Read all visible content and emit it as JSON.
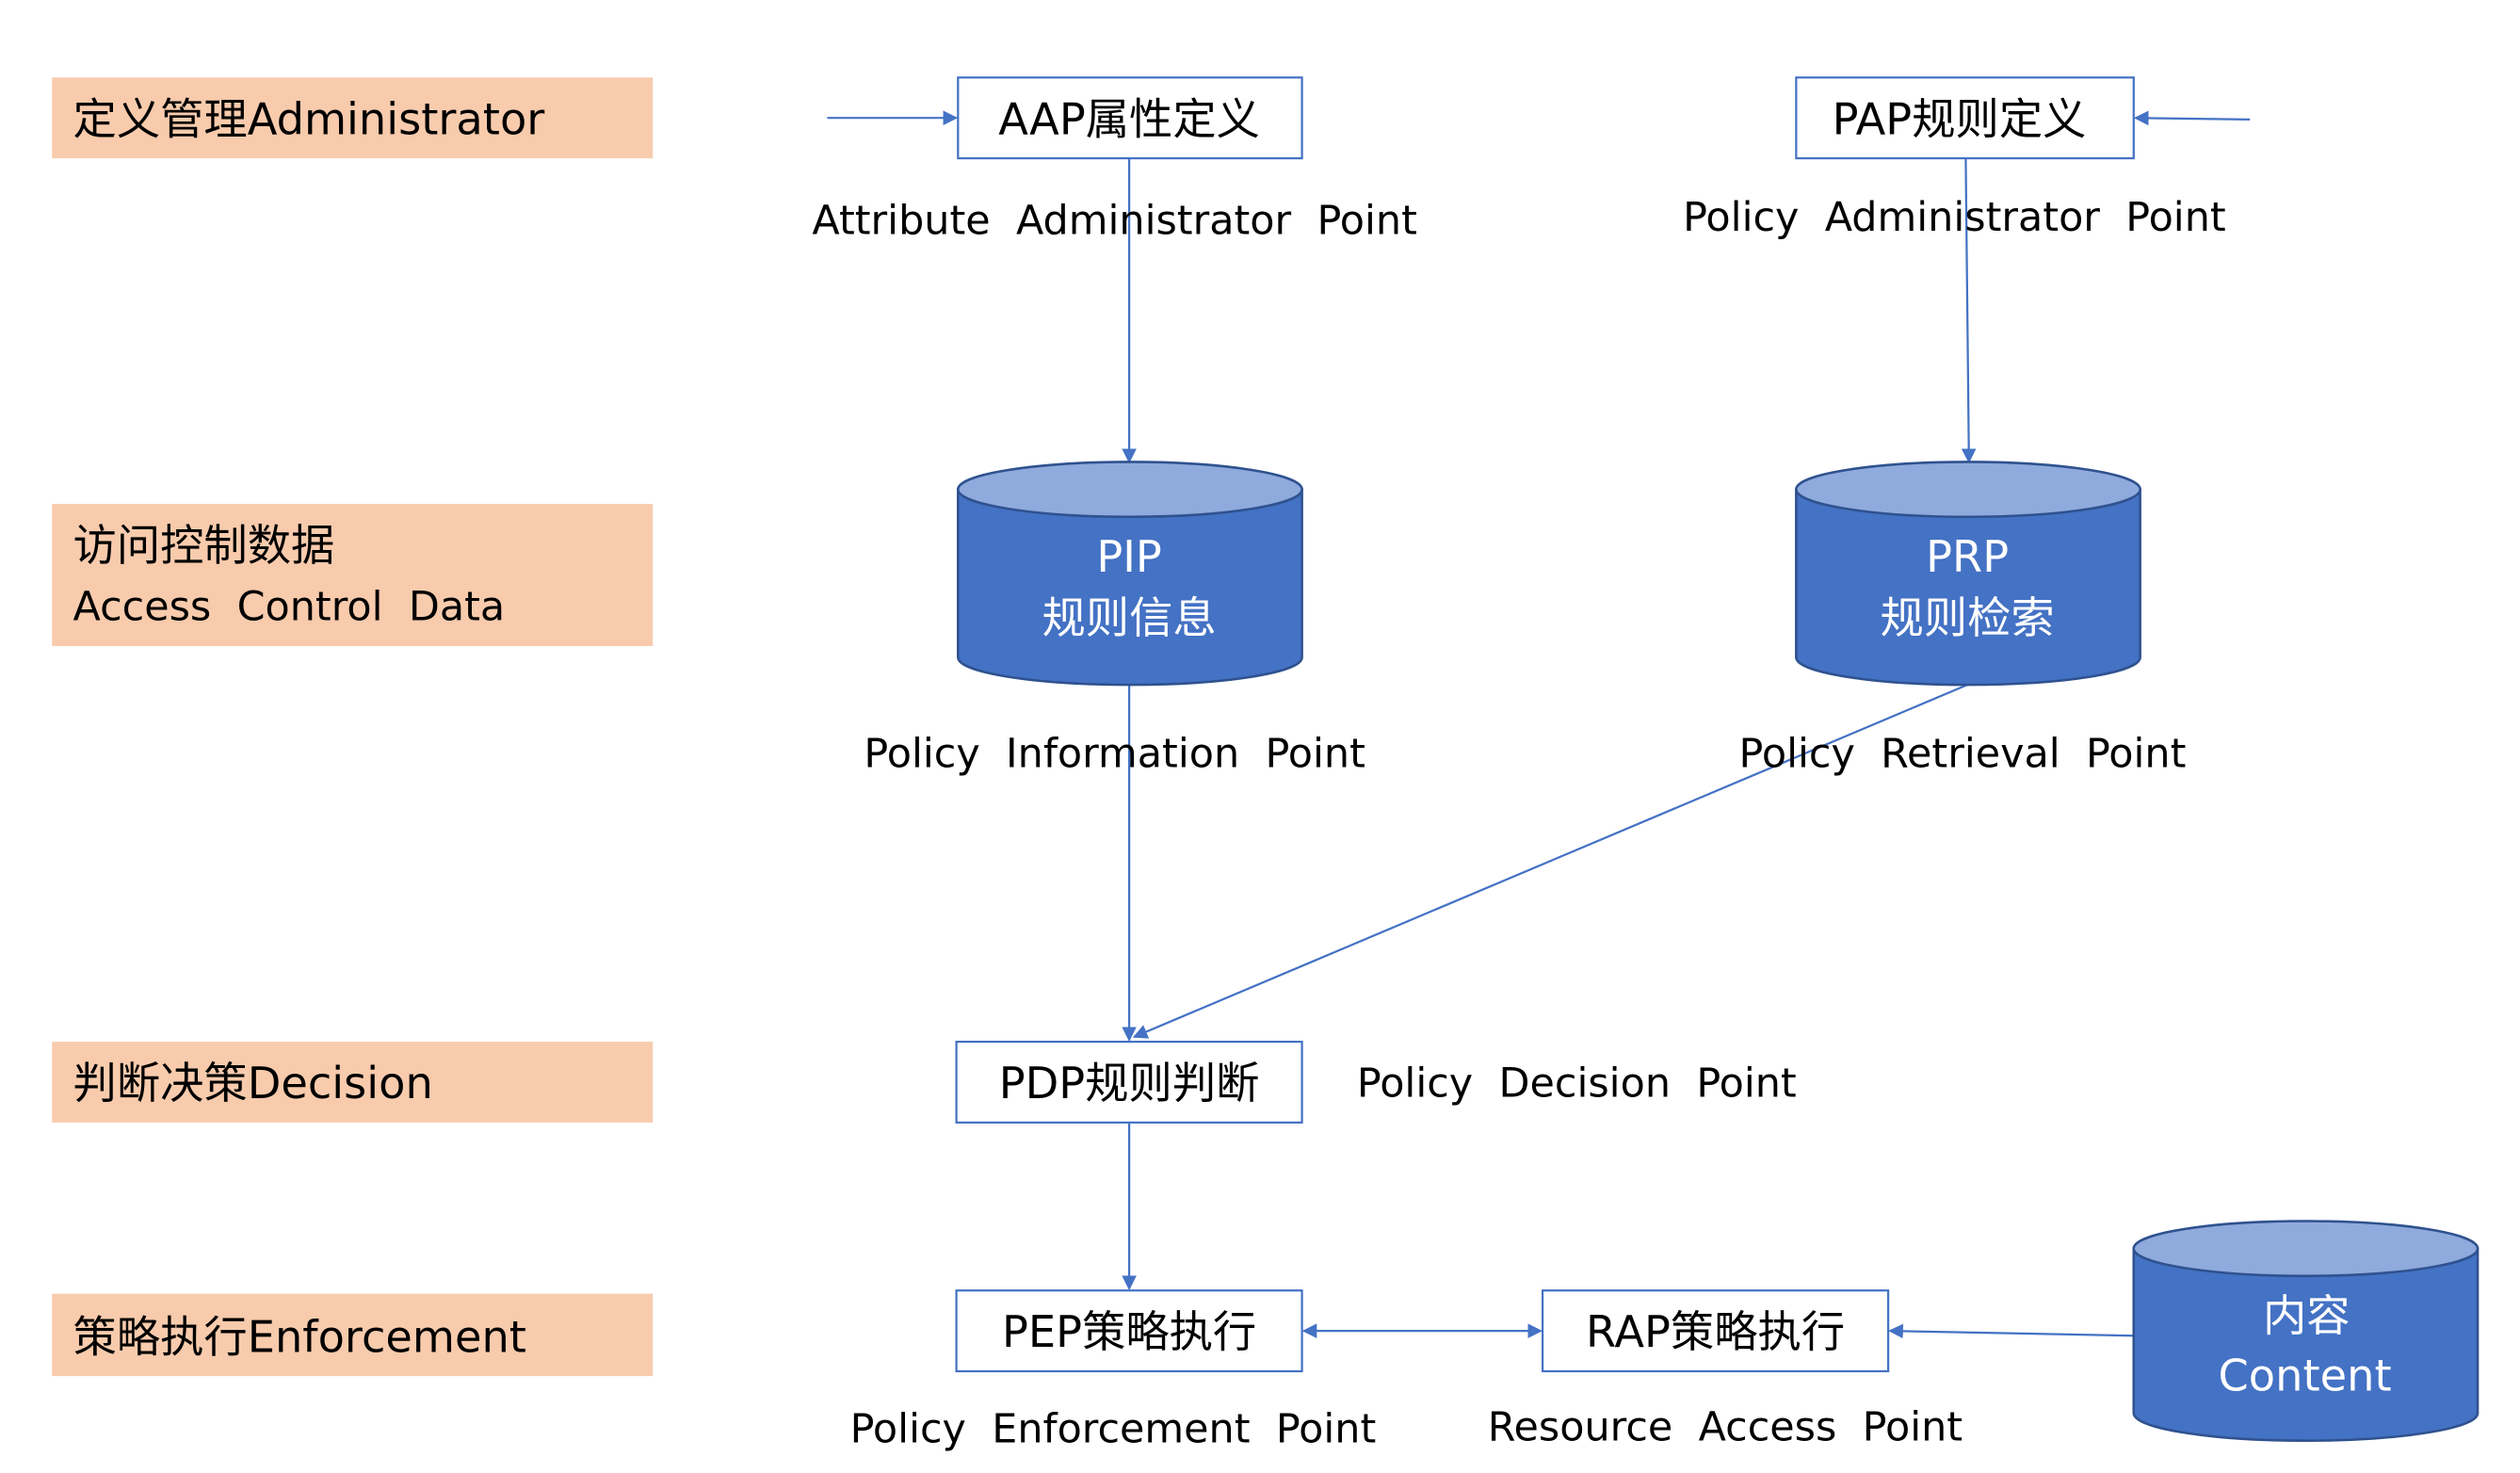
{
  "layers": {
    "admin": "定义管理Administrator",
    "data_cn": "访问控制数据",
    "data_en": "Access Control Data",
    "decision": "判断决策Decision",
    "enforcement": "策略执行Enforcement"
  },
  "nodes": {
    "aap": {
      "label": "AAP属性定义",
      "desc": "Attribute Administrator Point"
    },
    "pap": {
      "label": "PAP规则定义",
      "desc": "Policy Administrator Point"
    },
    "pip": {
      "line1": "PIP",
      "line2": "规则信息",
      "desc": "Policy Information Point"
    },
    "prp": {
      "line1": "PRP",
      "line2": "规则检索",
      "desc": "Policy Retrieval Point"
    },
    "pdp": {
      "label": "PDP规则判断",
      "desc": "Policy Decision Point"
    },
    "pep": {
      "label": "PEP策略执行",
      "desc": "Policy Enforcement Point"
    },
    "rap": {
      "label": "RAP策略执行",
      "desc": "Resource Access Point"
    },
    "content": {
      "line1": "内容",
      "line2": "Content"
    }
  },
  "colors": {
    "band": "#f8cbad",
    "accent": "#4472c4",
    "cylinder_top": "#8faadc"
  }
}
